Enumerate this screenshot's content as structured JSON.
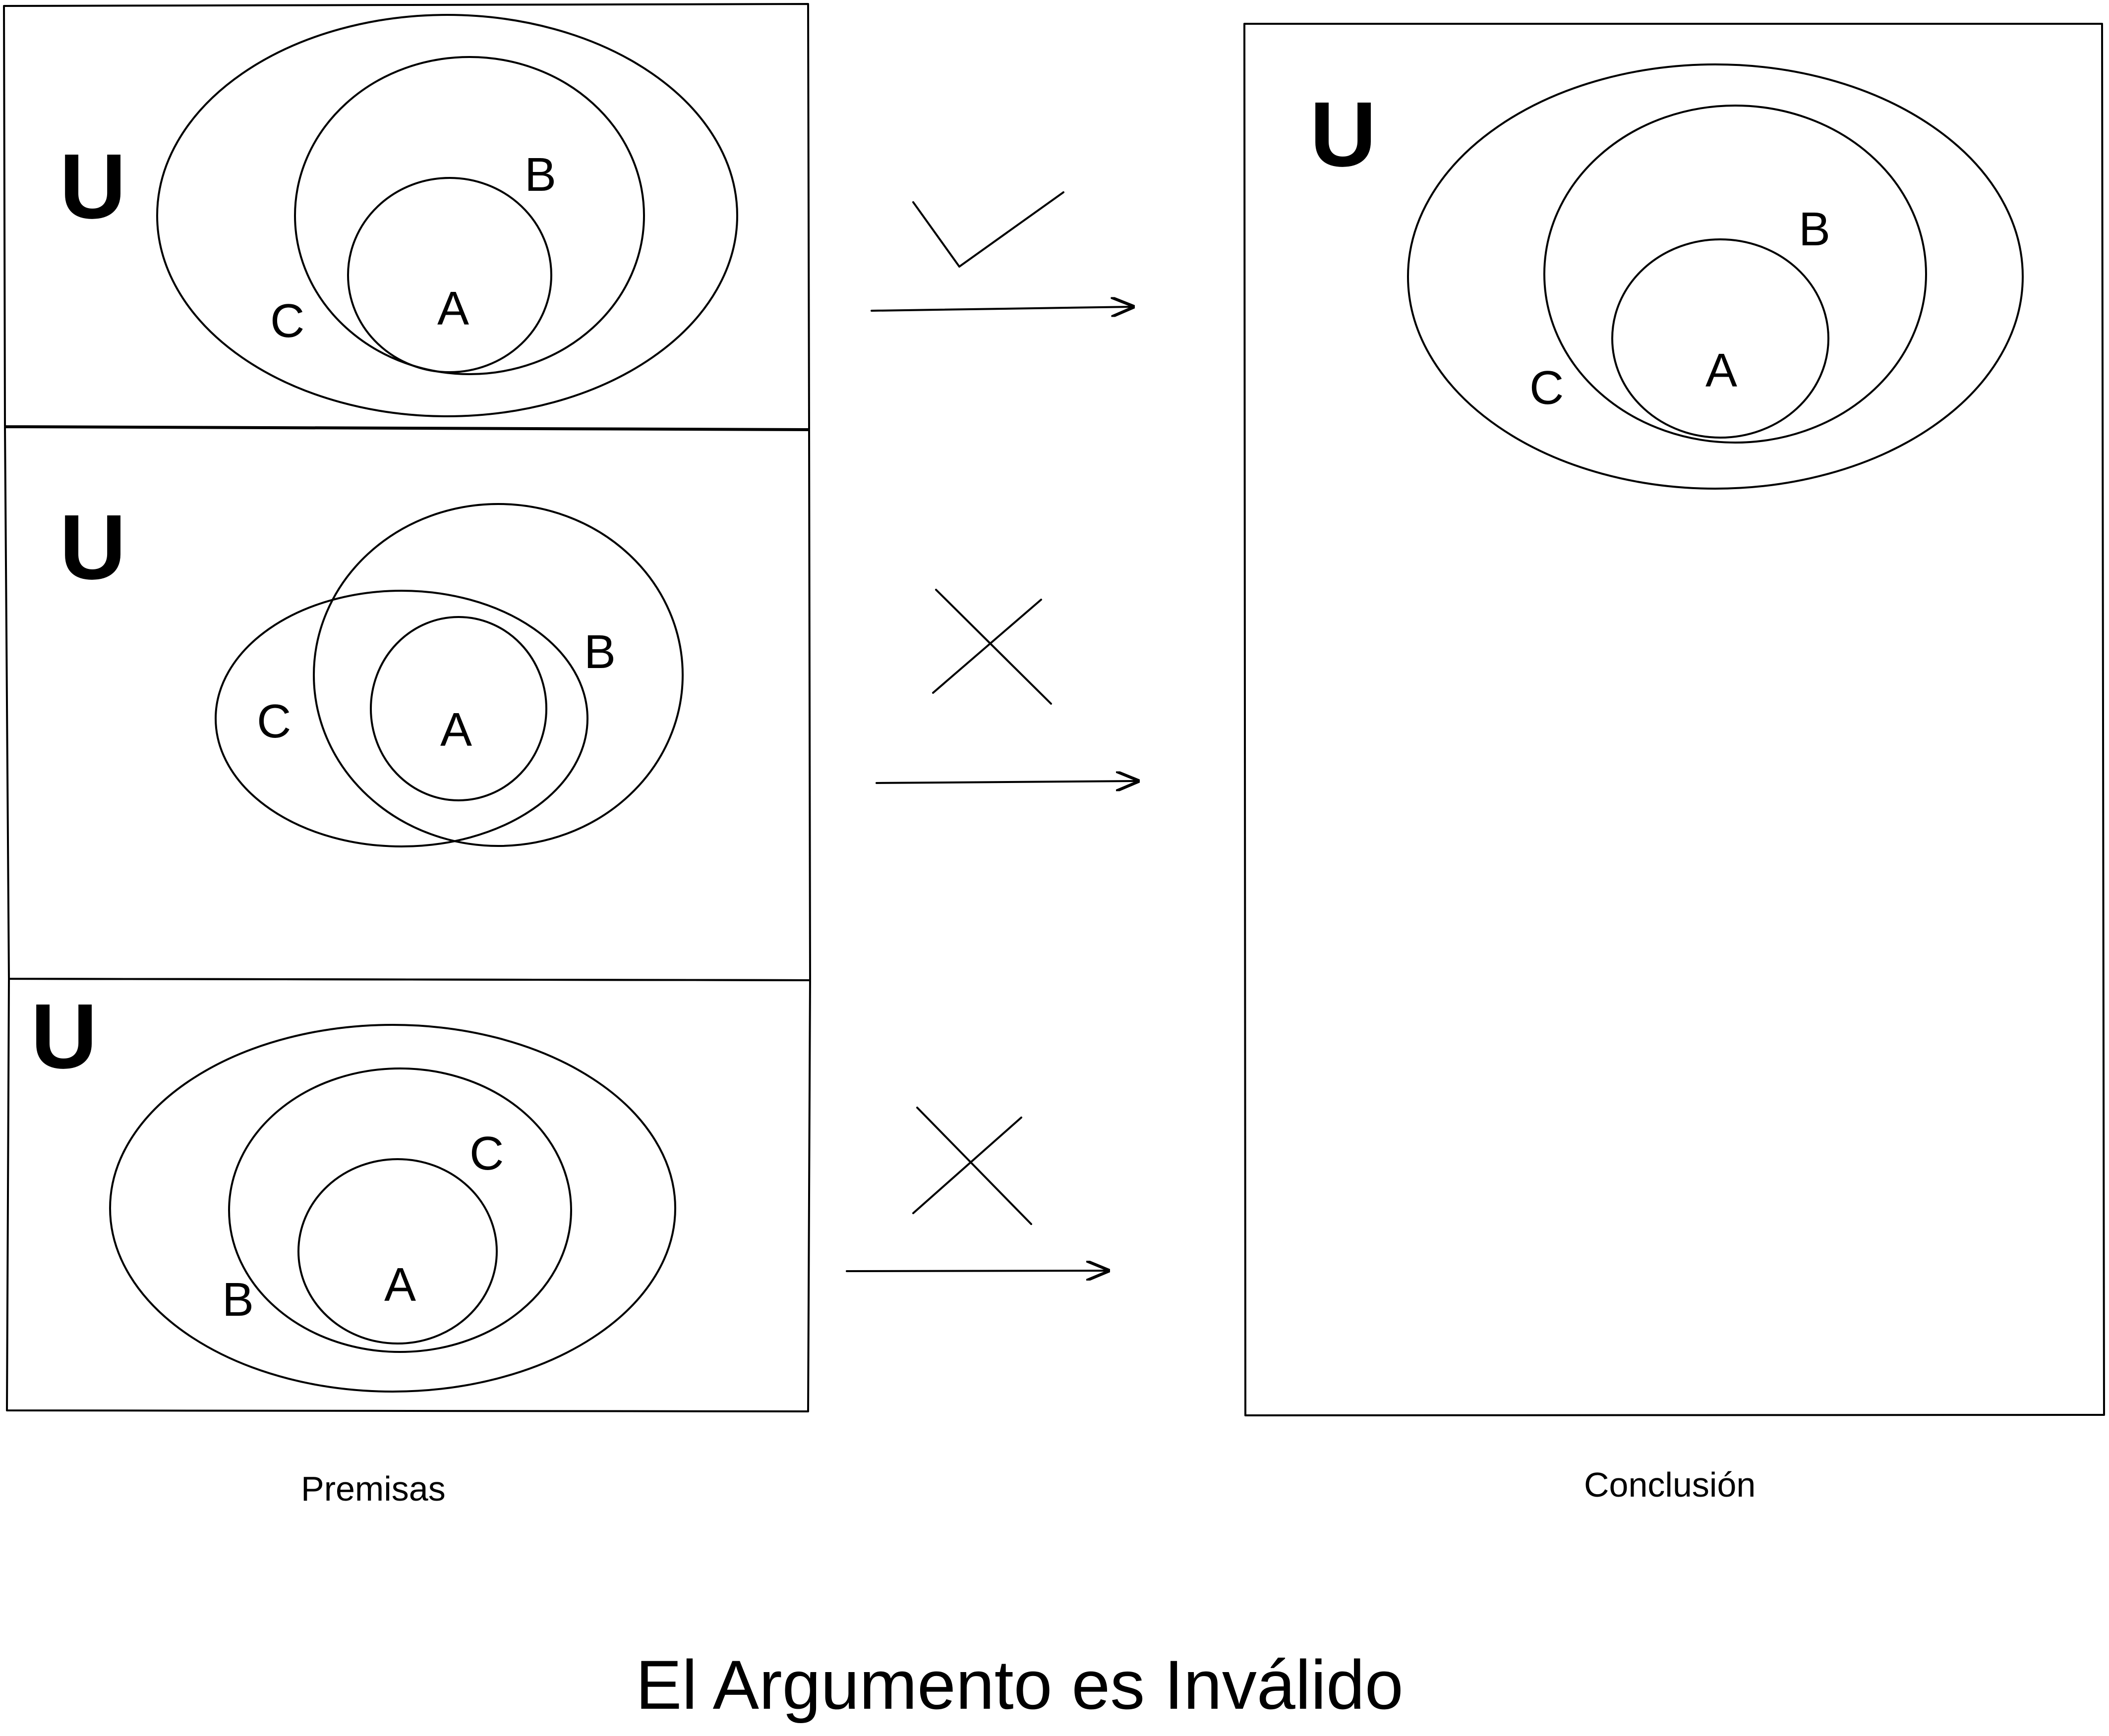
{
  "diagram": {
    "premises_caption": "Premisas",
    "conclusion_caption": "Conclusión",
    "verdict": "El Argumento es Inválido",
    "universe_symbol": "U",
    "premises": [
      {
        "relation_marker": "check",
        "marker_icon": "check-icon",
        "sets": {
          "outer": "C",
          "middle": "B",
          "inner": "A"
        }
      },
      {
        "relation_marker": "cross",
        "marker_icon": "cross-icon",
        "sets": {
          "left": "C",
          "right": "B",
          "inner": "A"
        }
      },
      {
        "relation_marker": "cross",
        "marker_icon": "cross-icon",
        "sets": {
          "outer": "B",
          "middle": "C",
          "inner": "A"
        }
      }
    ],
    "conclusion": {
      "sets": {
        "outer": "C",
        "middle": "B",
        "inner": "A"
      }
    },
    "stroke_color": "#000000",
    "background_color": "#ffffff"
  }
}
